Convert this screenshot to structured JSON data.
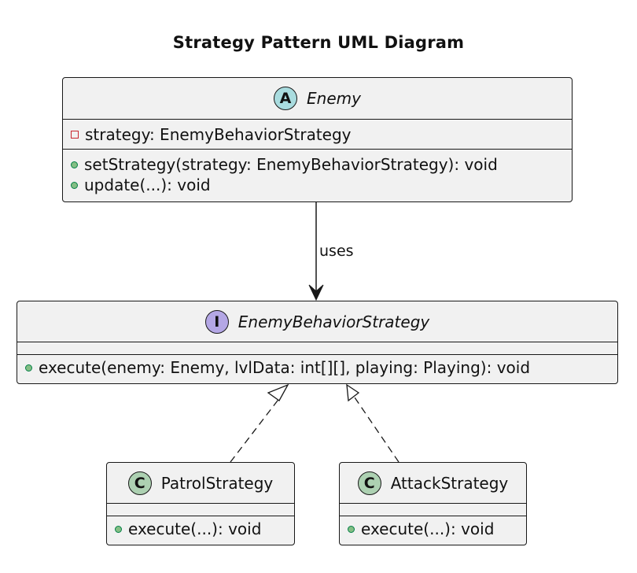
{
  "title": "Strategy Pattern UML Diagram",
  "classes": {
    "enemy": {
      "stereotype_letter": "A",
      "stereotype_color": "#a9dcdf",
      "name": "Enemy",
      "fields": [
        "strategy: EnemyBehaviorStrategy"
      ],
      "methods": [
        "setStrategy(strategy: EnemyBehaviorStrategy): void",
        "update(...): void"
      ]
    },
    "strategy": {
      "stereotype_letter": "I",
      "stereotype_color": "#b4a7e5",
      "name": "EnemyBehaviorStrategy",
      "methods": [
        "execute(enemy: Enemy, lvlData: int[][], playing: Playing): void"
      ]
    },
    "patrol": {
      "stereotype_letter": "C",
      "stereotype_color": "#add1b2",
      "name": "PatrolStrategy",
      "methods": [
        "execute(...): void"
      ]
    },
    "attack": {
      "stereotype_letter": "C",
      "stereotype_color": "#add1b2",
      "name": "AttackStrategy",
      "methods": [
        "execute(...): void"
      ]
    }
  },
  "relations": {
    "uses_label": "uses"
  },
  "colors": {
    "class_fill": "#f1f1f1",
    "border": "#181818",
    "public_visibility": "#84be84",
    "private_visibility": "#c82930"
  }
}
